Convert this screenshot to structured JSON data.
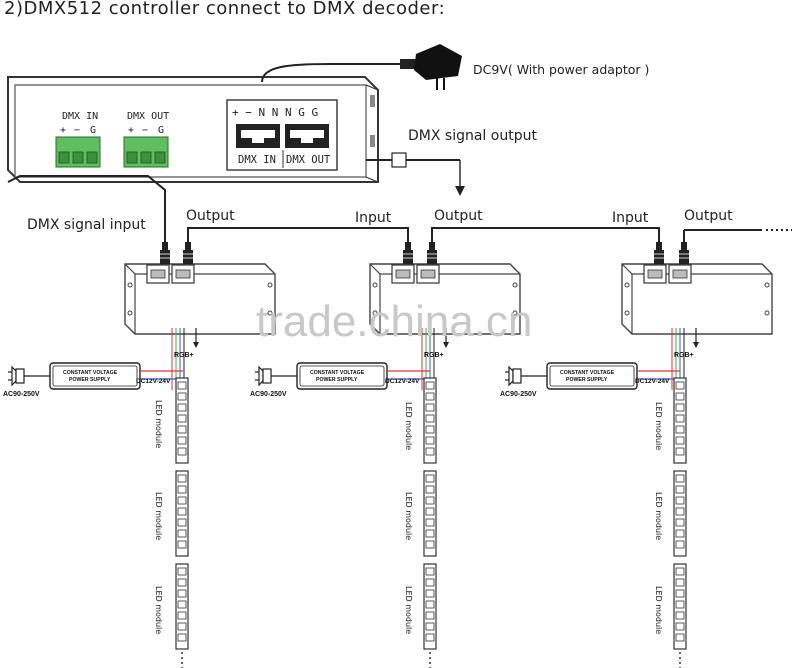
{
  "title": "2)DMX512 controller connect to DMX decoder:",
  "adaptor_label": "DC9V( With power adaptor )",
  "signal_output_label": "DMX signal output",
  "controller": {
    "dmx_in_header": "DMX  IN",
    "dmx_out_header": "DMX OUT",
    "terminal_labels": [
      "+",
      "−",
      "G"
    ],
    "port_pins": "+ − N N N G G",
    "port_in_label": "DMX  IN",
    "port_out_label": "DMX OUT"
  },
  "decoder_labels": {
    "signal_input": "DMX signal input",
    "input": "Input",
    "output": "Output"
  },
  "psu": {
    "line1": "CONSTANT VOLTAGE",
    "line2": "POWER SUPPLY",
    "ac": "AC90-250V",
    "dc": "DC12V-24V"
  },
  "led_module": "LED module",
  "rgb_pins": "RGB+",
  "watermark": "trade.china.cn",
  "colors": {
    "line": "#1a1a1a",
    "terminal_green": "#5fbf5f",
    "plus_wire": "#d63a3a",
    "neg_wire": "#3a5bd6"
  }
}
